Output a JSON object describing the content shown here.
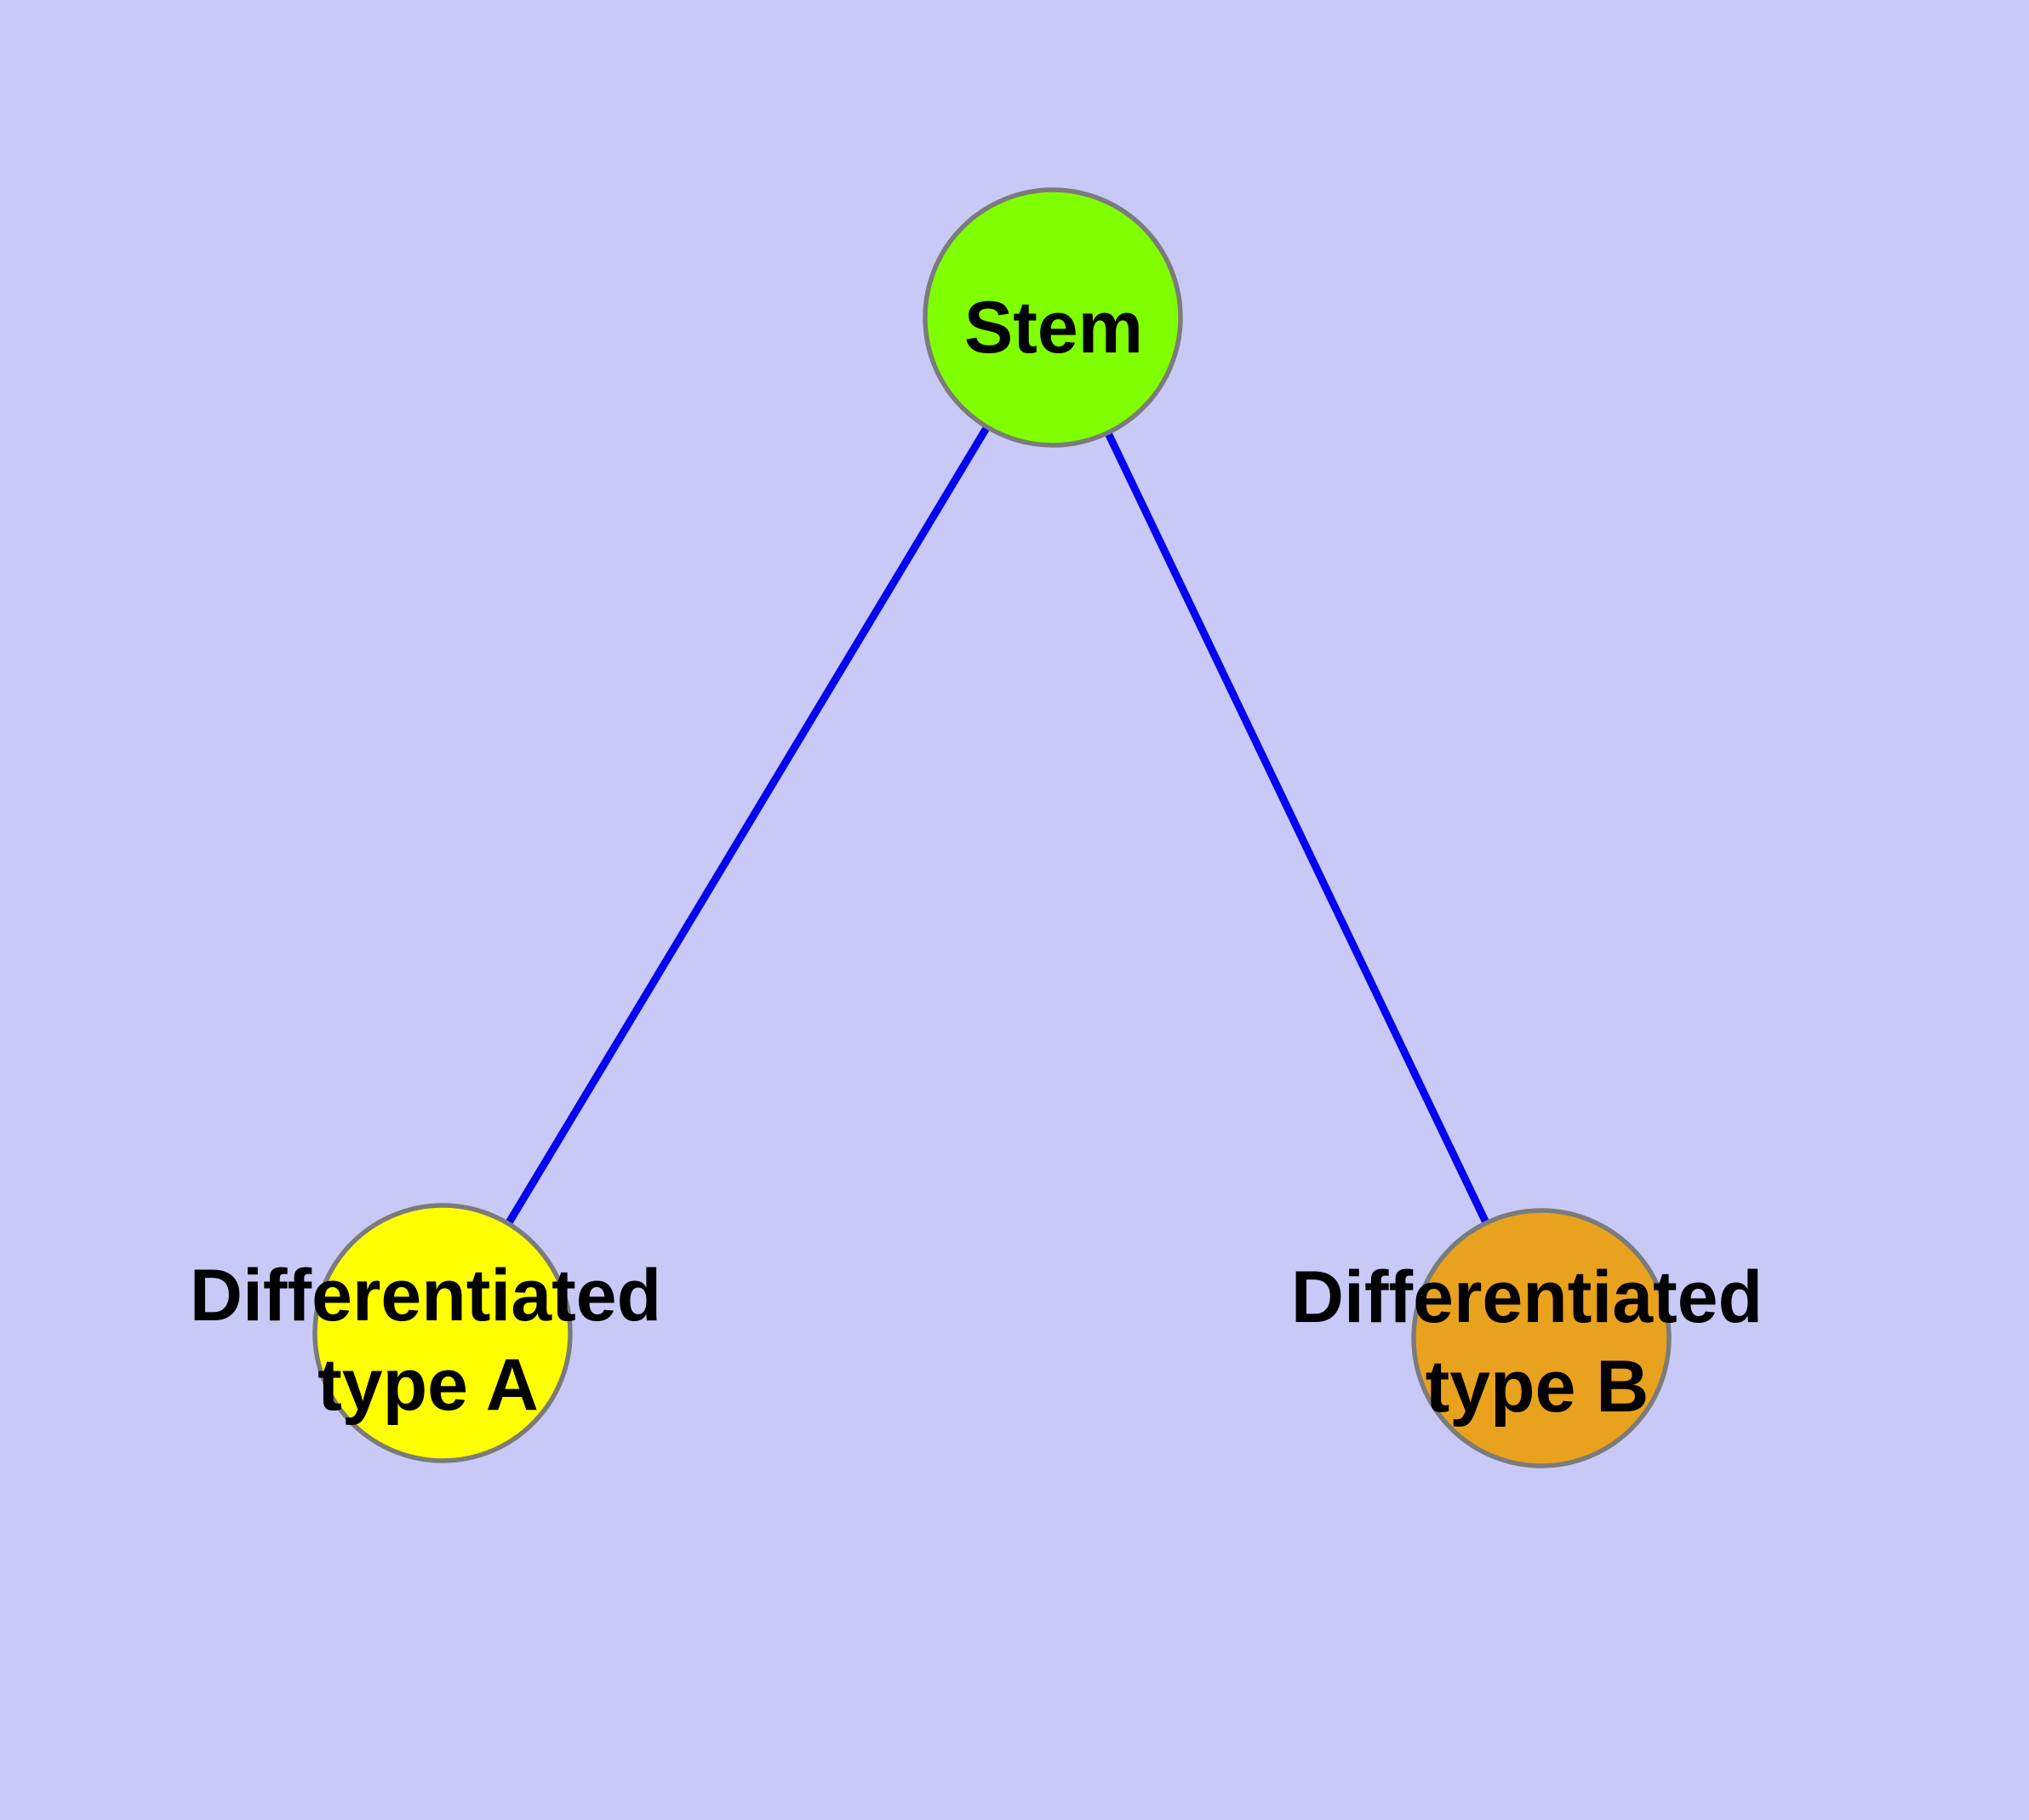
{
  "diagram": {
    "type": "node-link-graph",
    "nodes": {
      "stem": {
        "label": "Stem",
        "fill": "#7FFF00"
      },
      "type_a": {
        "line1": "Differentiated",
        "line2": "type A",
        "fill": "#FFFF00"
      },
      "type_b": {
        "line1": "Differentiated",
        "line2": "type B",
        "fill": "#E8A21E"
      }
    },
    "edges": [
      {
        "from": "stem",
        "to": "type_a"
      },
      {
        "from": "stem",
        "to": "type_b"
      }
    ]
  },
  "colors": {
    "background": "#C9C9F7",
    "edge": "#0404EE",
    "node_border": "#7B7B7B",
    "text": "#000000"
  }
}
